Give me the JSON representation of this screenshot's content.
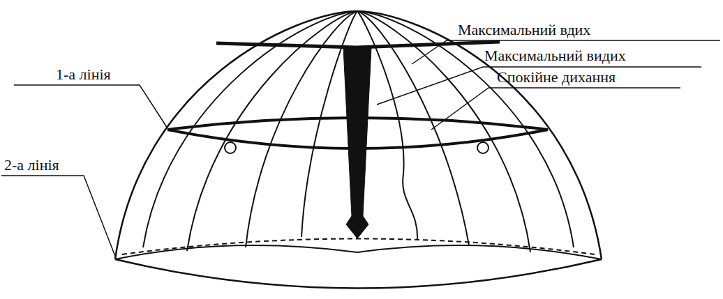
{
  "diagram": {
    "labels": [
      "Максимальний вдих",
      "Максимальний видих",
      "1-а лінія",
      "Спокійне дихання",
      "2-а лінія"
    ]
  }
}
